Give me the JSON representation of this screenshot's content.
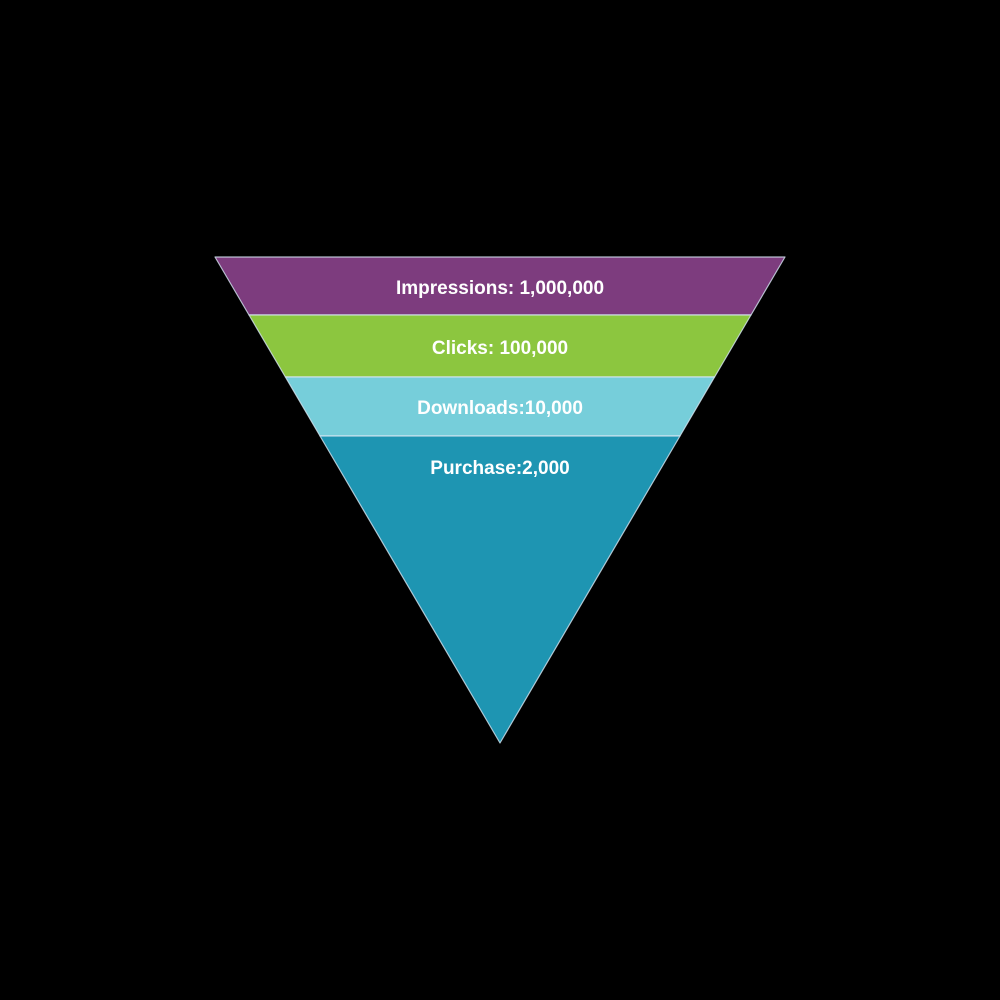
{
  "page": {
    "background": "#000000"
  },
  "chart_data": {
    "type": "funnel",
    "shape": "inverted-triangle",
    "background": "#000000",
    "label_color": "#FFFFFF",
    "separator_color": "#D6E6F2",
    "legend": "none",
    "stages": [
      {
        "name": "Impressions",
        "value": 1000000,
        "label": "Impressions: 1,000,000",
        "color": "#7D3C7E"
      },
      {
        "name": "Clicks",
        "value": 100000,
        "label": "Clicks: 100,000",
        "color": "#8CC63F"
      },
      {
        "name": "Downloads",
        "value": 10000,
        "label": "Downloads:10,000",
        "color": "#76CEDA"
      },
      {
        "name": "Purchase",
        "value": 2000,
        "label": "Purchase:2,000",
        "color": "#1E95B2"
      }
    ]
  }
}
